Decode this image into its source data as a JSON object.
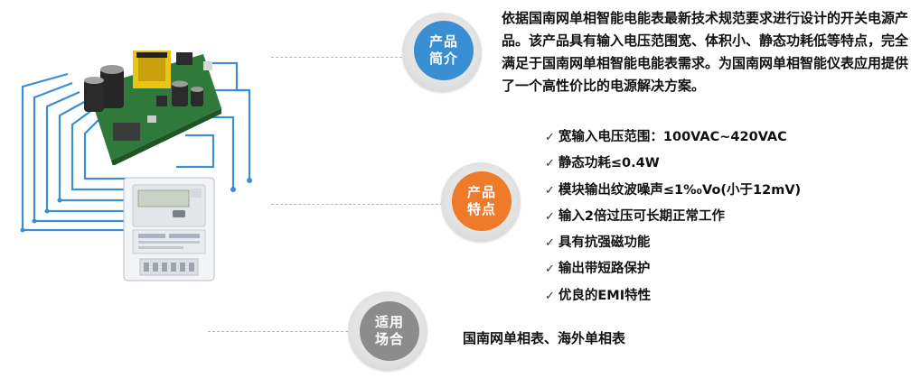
{
  "intro": {
    "badge_line1": "产品",
    "badge_line2": "简介",
    "badge_color": "#3a8fd4",
    "text": "依据国南网单相智能电能表最新技术规范要求进行设计的开关电源产品。该产品具有输入电压范围宽、体积小、静态功耗低等特点，完全满足于国南网单相智能电能表需求。为国南网单相智能仪表应用提供了一个高性价比的电源解决方案。"
  },
  "features": {
    "badge_line1": "产品",
    "badge_line2": "特点",
    "badge_color": "#ef7a2a",
    "check_glyph": "✓",
    "items": [
      "宽输入电压范围：100VAC~420VAC",
      "静态功耗≤0.4W",
      "模块输出纹波噪声≤1%₀Vo(小于12mV)",
      "输入2倍过压可长期正常工作",
      "具有抗强磁功能",
      "输出带短路保护",
      "优良的EMI特性"
    ]
  },
  "usage": {
    "badge_line1": "适用",
    "badge_line2": "场合",
    "badge_color": "#8c8c8c",
    "text": "国南网单相表、海外单相表"
  },
  "colors": {
    "circuit_lines": "#3a8fd4",
    "pcb_board": "#2f7a3a"
  },
  "icons": [
    "power-module-pcb-image",
    "smart-meter-image",
    "circuit-lines"
  ]
}
